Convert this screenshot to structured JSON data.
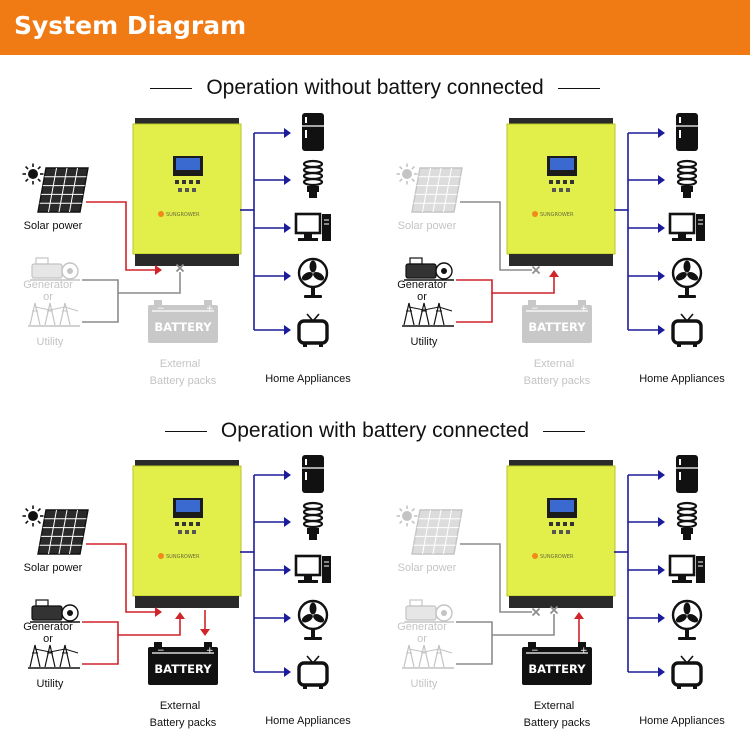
{
  "header": {
    "title": "System Diagram"
  },
  "sections": [
    {
      "title": "Operation without battery connected"
    },
    {
      "title": "Operation with battery connected"
    }
  ],
  "labels": {
    "solar_power": "Solar power",
    "generator": "Generator",
    "or": "or",
    "utility": "Utility",
    "battery": "BATTERY",
    "external": "External",
    "battery_packs": "Battery packs",
    "home_appliances": "Home Appliances",
    "inverter_brand": "SUNGROWER"
  },
  "colors": {
    "header_bg": "#f07a14",
    "active_line": "#d0232a",
    "inactive_line": "#8c8c8c",
    "output_line": "#1c1c9a",
    "inverter_body": "#e2ef4a",
    "faded": "#c4c4c4"
  },
  "panels": [
    {
      "id": "no-battery-solar",
      "solar_active": true,
      "grid_active": false,
      "battery_shown": true,
      "battery_active": false
    },
    {
      "id": "no-battery-grid",
      "solar_active": false,
      "grid_active": true,
      "battery_shown": true,
      "battery_active": false
    },
    {
      "id": "battery-charging",
      "solar_active": true,
      "grid_active": true,
      "battery_shown": true,
      "battery_active": true,
      "battery_direction": "charge"
    },
    {
      "id": "battery-discharging",
      "solar_active": false,
      "grid_active": false,
      "battery_shown": true,
      "battery_active": true,
      "battery_direction": "discharge"
    }
  ]
}
